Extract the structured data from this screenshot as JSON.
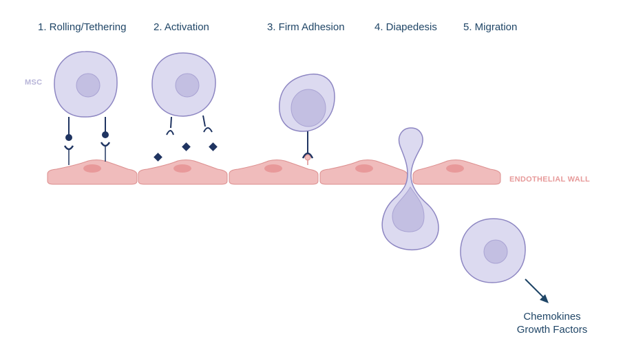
{
  "stages": [
    {
      "label": "1. Rolling/Tethering"
    },
    {
      "label": "2. Activation"
    },
    {
      "label": "3. Firm Adhesion"
    },
    {
      "label": "4. Diapedesis"
    },
    {
      "label": "5. Migration"
    }
  ],
  "labels": {
    "msc": "MSC",
    "endothelial_wall": "ENDOTHELIAL WALL"
  },
  "caption": {
    "line1": "Chemokines",
    "line2": "Growth Factors"
  },
  "colors": {
    "cell_fill": "#dcdaf0",
    "cell_stroke": "#8d86c2",
    "nucleus_fill": "#c3bfe2",
    "endothelium_fill": "#f0bcbc",
    "endothelium_stroke": "#dc8e8e",
    "endothelium_nucleus": "#e8999a",
    "receptor": "#1f3461",
    "text_dark": "#1f4566",
    "msc_label": "#b7b4d8",
    "wall_label": "#e79a9a"
  }
}
